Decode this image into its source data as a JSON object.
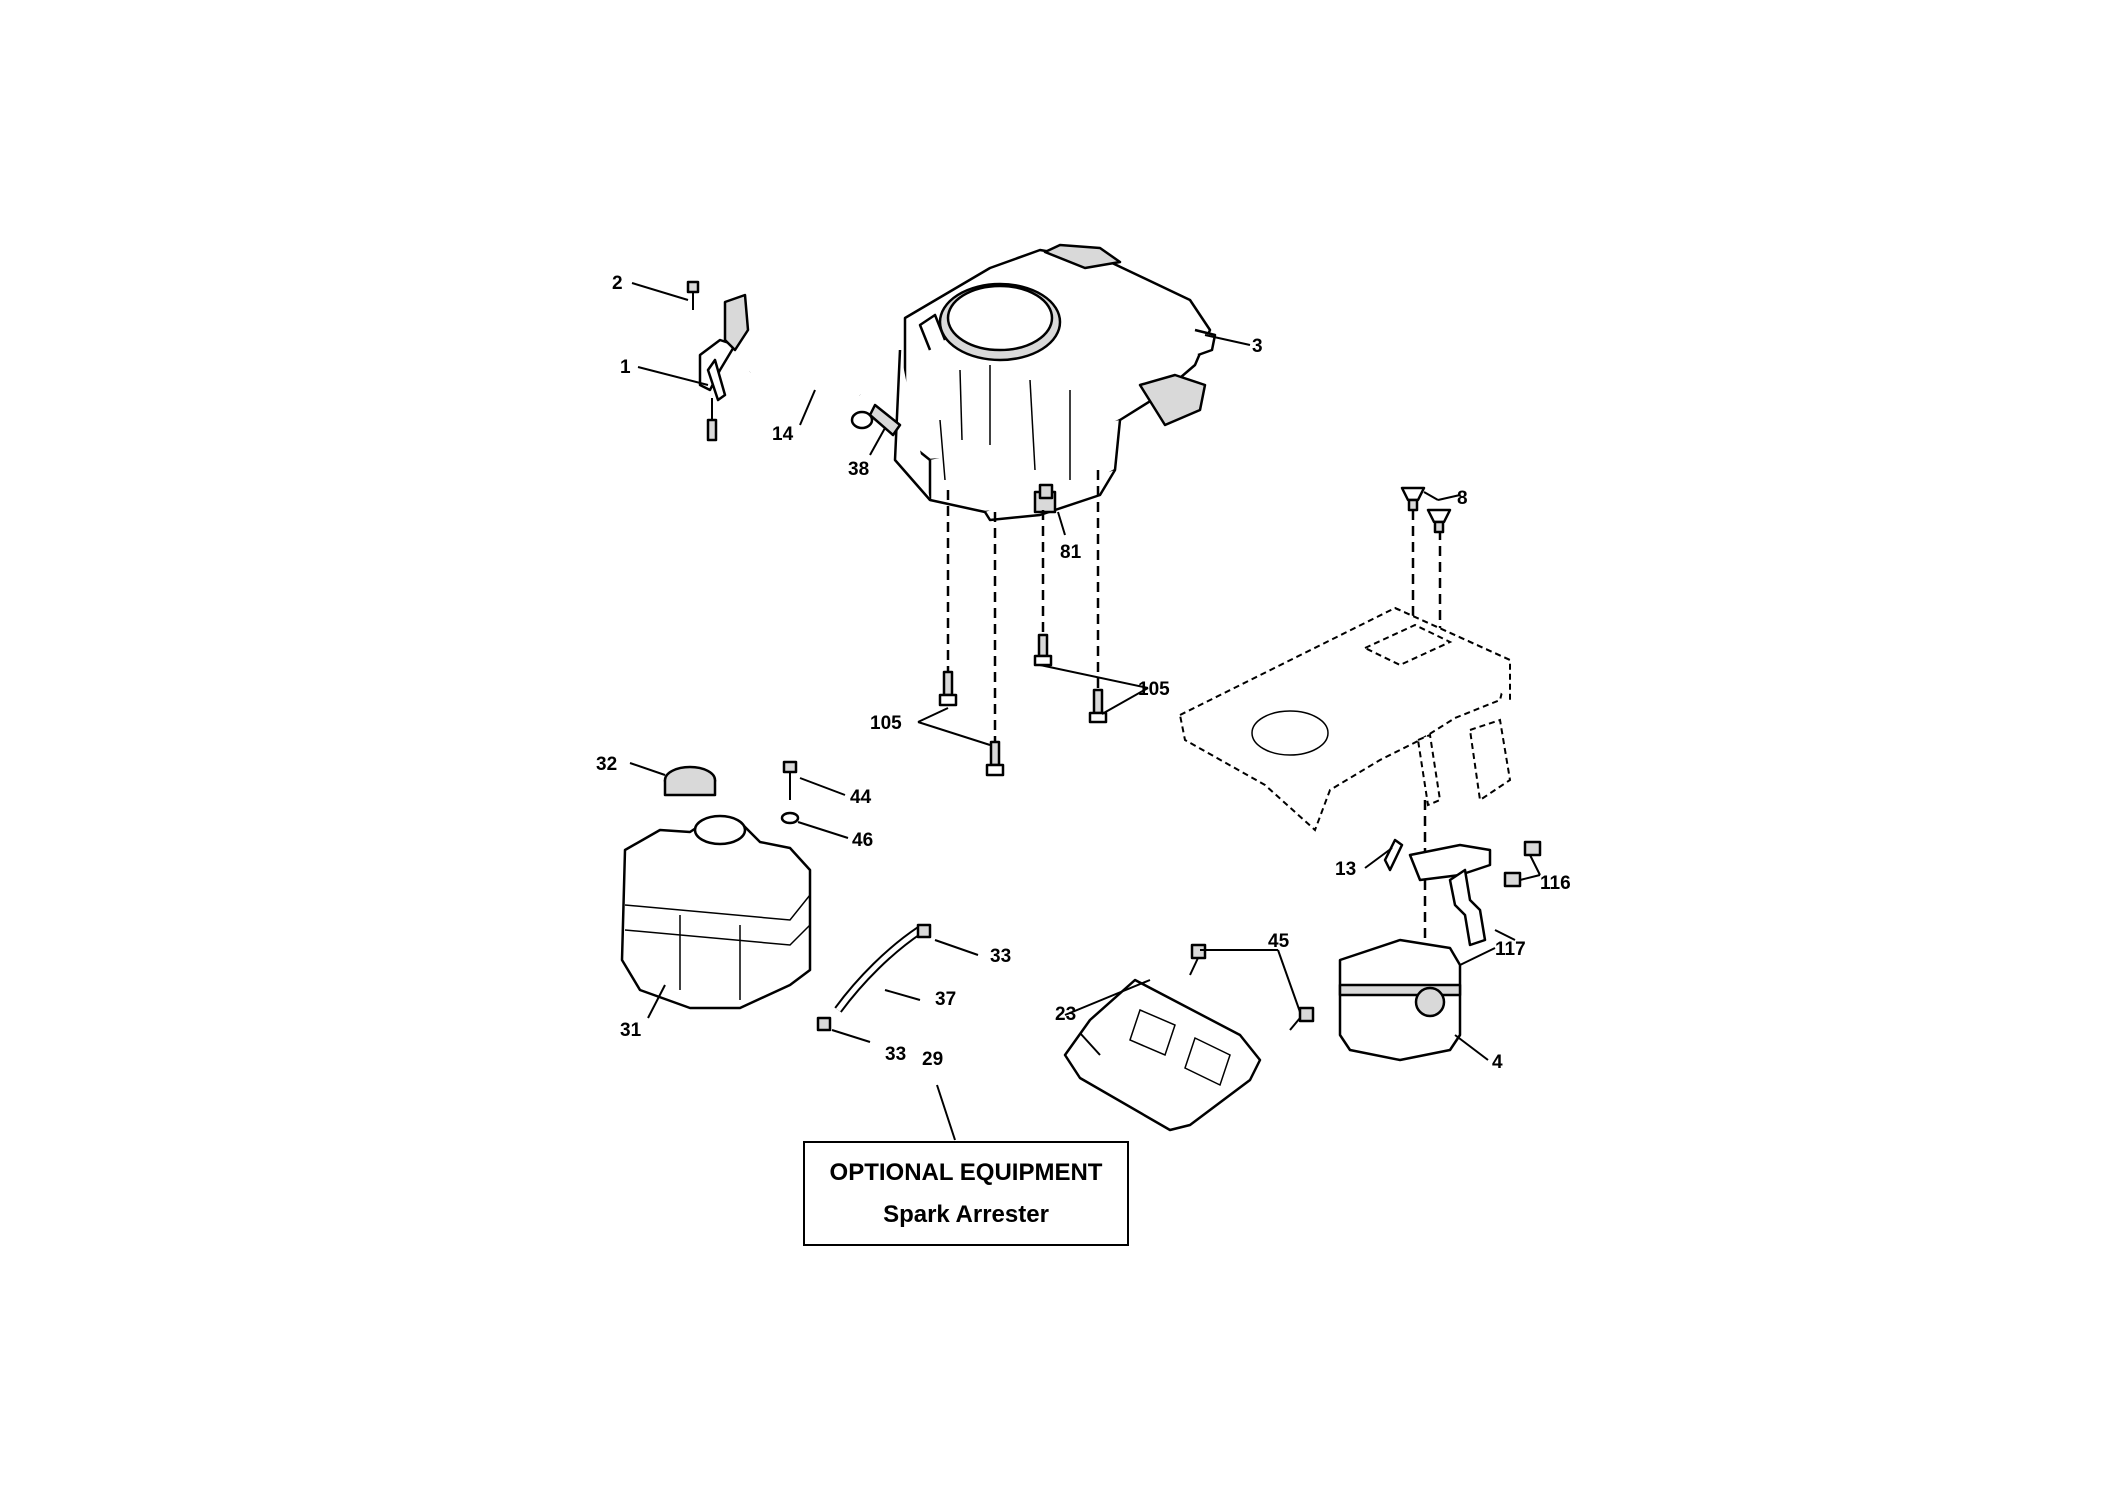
{
  "callouts": {
    "c1": "1",
    "c2": "2",
    "c3": "3",
    "c4": "4",
    "c8": "8",
    "c13": "13",
    "c14": "14",
    "c23": "23",
    "c29": "29",
    "c31": "31",
    "c32": "32",
    "c33a": "33",
    "c33b": "33",
    "c37": "37",
    "c38": "38",
    "c44": "44",
    "c45": "45",
    "c46": "46",
    "c81": "81",
    "c105a": "105",
    "c105b": "105",
    "c116": "116",
    "c117": "117"
  },
  "optional_box": {
    "title": "OPTIONAL EQUIPMENT",
    "subtitle": "Spark Arrester"
  }
}
